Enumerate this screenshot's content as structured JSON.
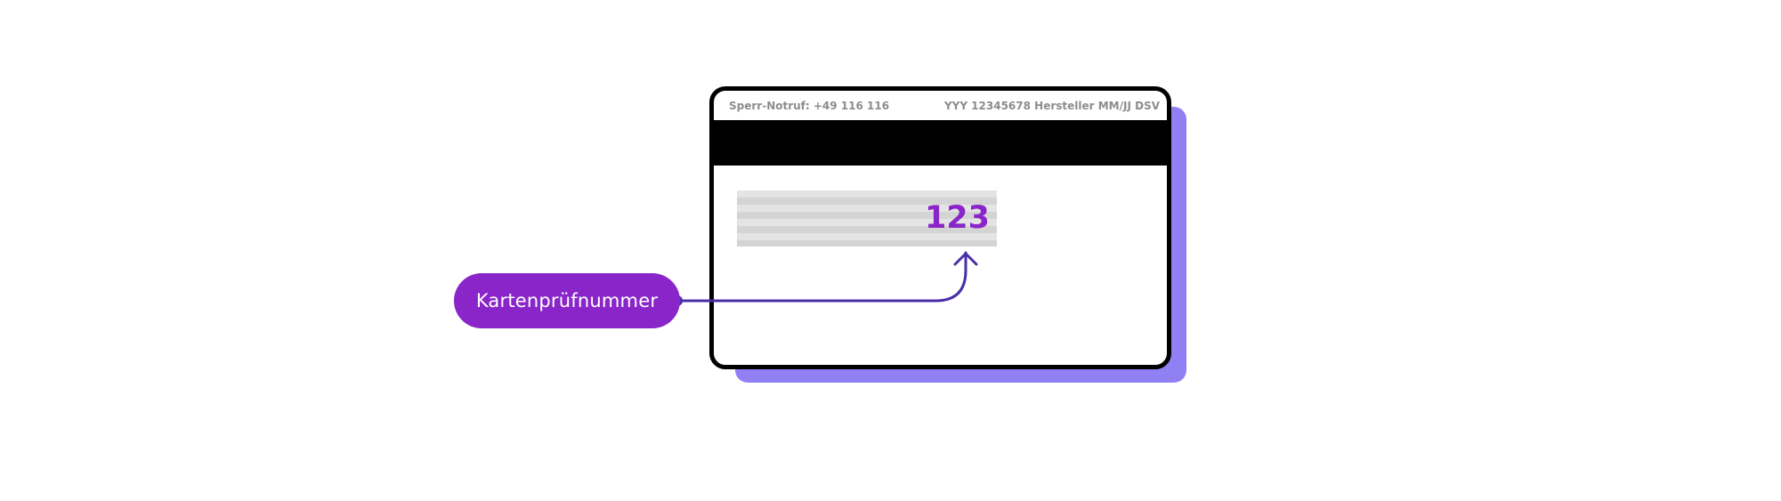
{
  "card": {
    "header_left": "Sperr-Notruf: +49 116 116",
    "header_right": "YYY 12345678 Hersteller MM/JJ DSV",
    "cvv": "123"
  },
  "callout": {
    "label": "Kartenprüfnummer"
  },
  "colors": {
    "shadow": "#9180f4",
    "accent": "#8a26c9",
    "connector": "#4a2da8",
    "header_text": "#8c8c8c"
  }
}
